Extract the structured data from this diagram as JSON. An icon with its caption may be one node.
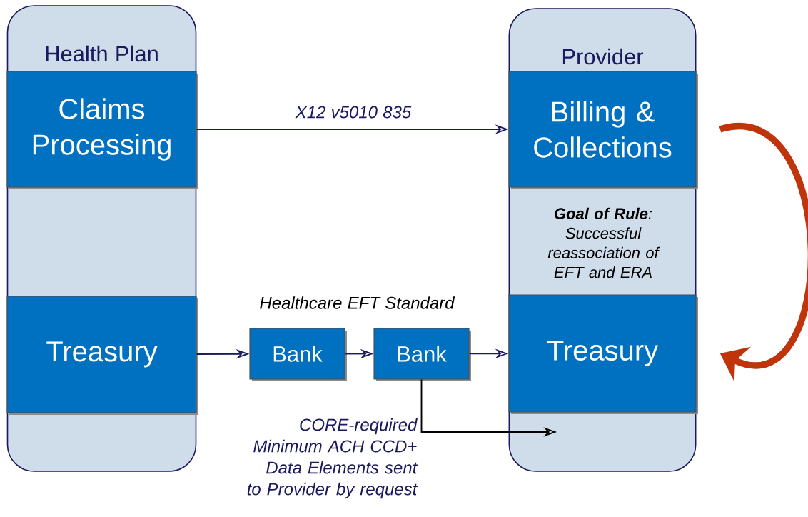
{
  "diagram": {
    "nodes": [
      {
        "text": [
          "Health Plan"
        ]
      },
      {
        "text": [
          "Claims Processing"
        ],
        "in": 0
      },
      {
        "text": [
          "Treasury"
        ],
        "in": 0
      },
      {
        "text": [
          "Provider"
        ]
      },
      {
        "text": [
          "Billing & Collections"
        ],
        "in": 3
      },
      {
        "text": [
          "Treasury"
        ],
        "in": 3
      },
      {
        "text": [
          "Bank"
        ]
      },
      {
        "text": [
          "Bank"
        ]
      }
    ],
    "edges": [
      {
        "from": 1,
        "to": 4,
        "arrow": "to",
        "label": "X12 v5010 835"
      },
      {
        "from": 2,
        "to": 6,
        "arrow": "to"
      },
      {
        "from": 6,
        "to": 7,
        "arrow": "to"
      },
      {
        "from": 7,
        "to": 5,
        "arrow": "to"
      },
      {
        "from": 7,
        "to": null,
        "arrow": "to",
        "label": "CORE-required Minimum ACH CCD+ Data Elements sent to Provider by request",
        "color": "#000000"
      },
      {
        "from": 4,
        "to": 5,
        "arrow": "to",
        "style": "thick",
        "color": "#c0340c"
      }
    ],
    "labels": [
      "**Goal of Rule**: Successful reassociation of EFT and ERA",
      "Healthcare EFT Standard"
    ]
  }
}
